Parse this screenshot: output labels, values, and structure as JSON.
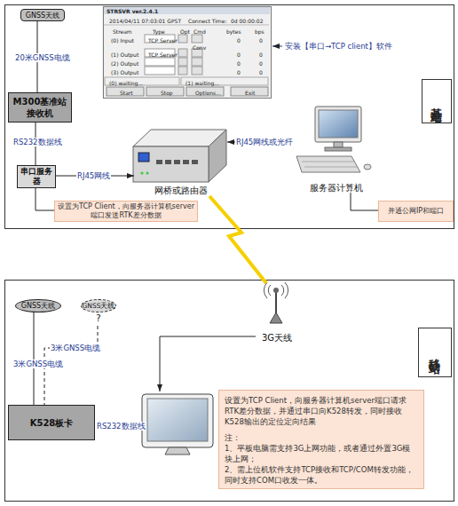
{
  "diagram": {
    "nodes": [
      {
        "text": [
          "基准站"
        ]
      },
      {
        "text": [
          "GNSS天线"
        ],
        "in": 0
      },
      {
        "text": [
          "STRSVR ver.2.4.1",
          "2014/04/11 07:03:01 GPST",
          "Connect Time:",
          "0d 00:00:02",
          "Stream",
          "Type",
          "Opt",
          "Cmd",
          "bytes",
          "bps",
          "(0) Input",
          "TCP Server",
          "0",
          "0",
          "Conv",
          "(1) Output",
          "TCP Server",
          "0",
          "0",
          "(2) Output",
          "0",
          "0",
          "(3) Output",
          "0",
          "0",
          "(0) waiting...",
          "(1) waiting...",
          "Start",
          "Stop",
          "Options...",
          "Exit"
        ],
        "in": 0
      },
      {
        "text": [
          "M300基准站接收机"
        ],
        "in": 0
      },
      {
        "text": [
          "串口服务器"
        ],
        "in": 0
      },
      {
        "text": [
          "网桥或路由器"
        ],
        "in": 0
      },
      {
        "text": [
          "服务器计算机"
        ],
        "in": 0
      },
      {
        "text": [
          "设置为TCP Client，向服务器计算机server端口发送RTK差分数据"
        ],
        "in": 0
      },
      {
        "text": [
          "并通公网IP和端口"
        ],
        "in": 0
      },
      {
        "text": [
          "移动站"
        ]
      },
      {
        "text": [
          "GNSS天线"
        ],
        "in": 9
      },
      {
        "text": [
          "GNSS天线",
          "?"
        ],
        "in": 9
      },
      {
        "text": [
          "K528板卡"
        ],
        "in": 9
      },
      {
        "text": [
          "3G天线"
        ],
        "in": 9
      },
      {
        "text": [
          "设置为TCP Client，向服务器计算机server端口请求RTK差分数据，并通过串口向K528转发，同时接收K528输出的定位定向结果",
          "注：",
          "1、平板电脑需支持3G上网功能，或者通过外置3G模块上网；",
          "2、需上位机软件支持TCP接收和TCP/COM转发功能，同时支持COM口收发一体。"
        ],
        "in": 9
      }
    ],
    "edges": [
      {
        "from": 1,
        "to": 3,
        "label": "20米GNSS电缆",
        "arrow": "none"
      },
      {
        "from": 3,
        "to": 4,
        "label": "RS232数据线",
        "arrow": "none"
      },
      {
        "from": 4,
        "to": 5,
        "label": "RJ45网线",
        "arrow": "to"
      },
      {
        "from": 6,
        "to": 5,
        "label": "RJ45网线或光纤",
        "arrow": "to"
      },
      {
        "from": 4,
        "to": 7,
        "arrow": "none"
      },
      {
        "from": 6,
        "to": 8,
        "arrow": "none"
      },
      {
        "from": 5,
        "to": 13,
        "arrow": "none"
      },
      {
        "from": 10,
        "to": 12,
        "label": "3米GNSS电缆",
        "arrow": "none"
      },
      {
        "from": 11,
        "to": 12,
        "label": "3米GNSS电缆",
        "arrow": "none"
      }
    ],
    "labels": [
      "安装【串口→TCP client】软件",
      "RS232数据线"
    ]
  }
}
